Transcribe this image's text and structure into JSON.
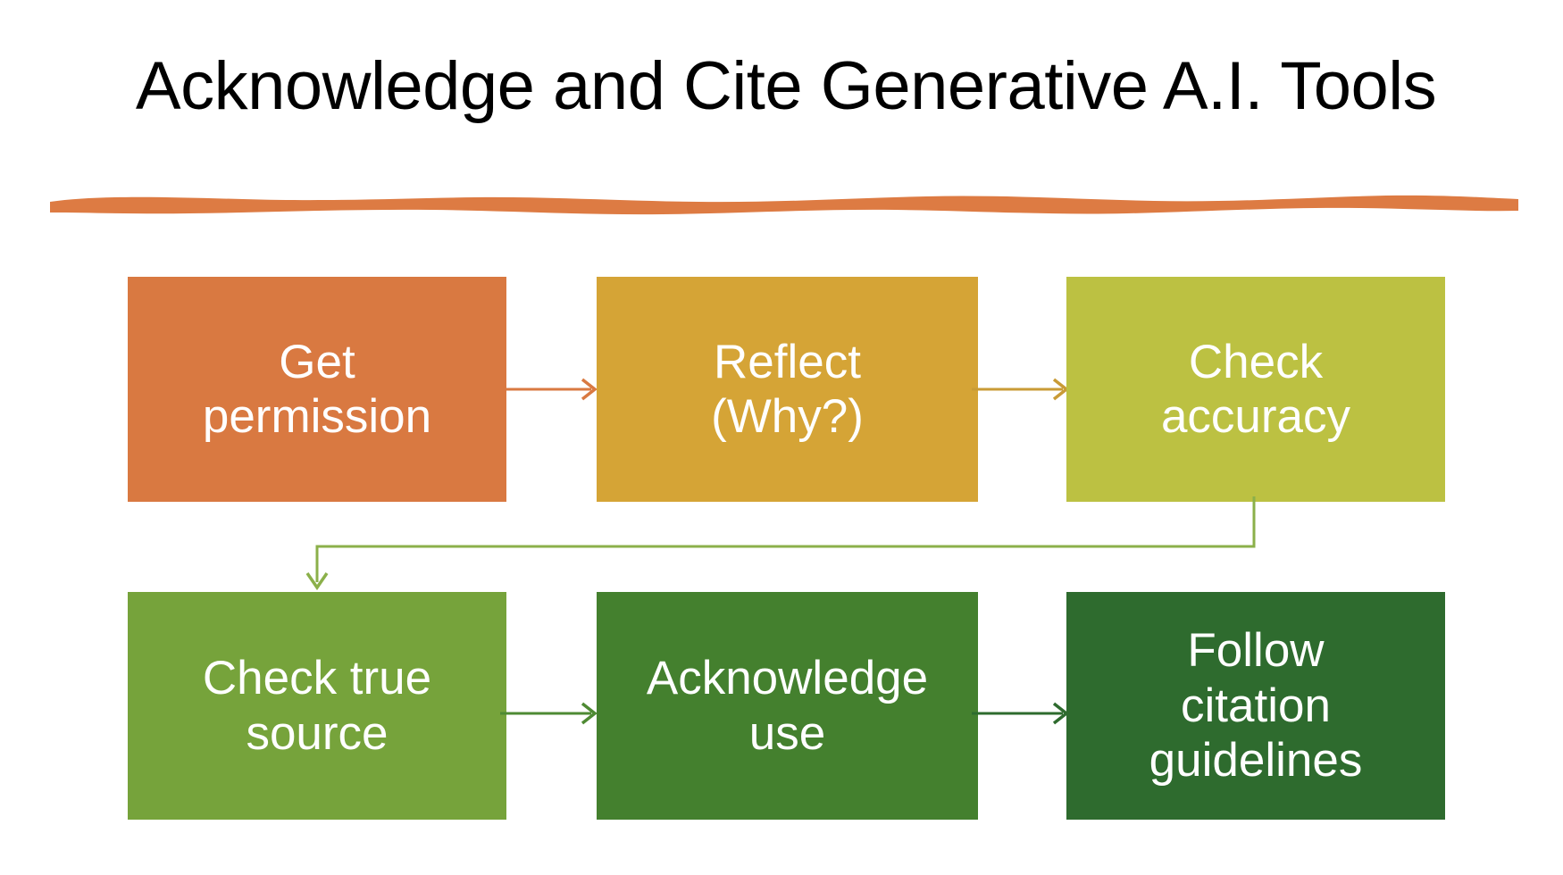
{
  "slide": {
    "title": "Acknowledge and Cite Generative A.I. Tools",
    "divider_icon": "wavy-underline-icon",
    "divider_color": "#DD7B43",
    "background": "#FFFFFF",
    "title_color": "#000000"
  },
  "flow": {
    "type": "process-flowchart",
    "rows": 2,
    "columns": 3,
    "boxes": [
      {
        "id": "get-permission",
        "order": 1,
        "label": "Get\npermission",
        "line1": "Get",
        "line2": "permission",
        "color": "#D97941",
        "text_color": "#FFFFFF",
        "row": 1,
        "column": 1
      },
      {
        "id": "reflect-why",
        "order": 2,
        "label": "Reflect\n(Why?)",
        "line1": "Reflect",
        "line2": "(Why?)",
        "color": "#D5A436",
        "text_color": "#FFFFFF",
        "row": 1,
        "column": 2
      },
      {
        "id": "check-accuracy",
        "order": 3,
        "label": "Check\naccuracy",
        "line1": "Check",
        "line2": "accuracy",
        "color": "#BCC142",
        "text_color": "#FFFFFF",
        "row": 1,
        "column": 3
      },
      {
        "id": "check-true-source",
        "order": 4,
        "label": "Check true\nsource",
        "line1": "Check true",
        "line2": "source",
        "color": "#76A33B",
        "text_color": "#FFFFFF",
        "row": 2,
        "column": 1
      },
      {
        "id": "acknowledge-use",
        "order": 5,
        "label": "Acknowledge\nuse",
        "line1": "Acknowledge",
        "line2": "use",
        "color": "#44802E",
        "text_color": "#FFFFFF",
        "row": 2,
        "column": 2
      },
      {
        "id": "follow-citation-guidelines",
        "order": 6,
        "label": "Follow\ncitation\nguidelines",
        "line1": "Follow",
        "line2": "citation",
        "line3": "guidelines",
        "color": "#2E6B2E",
        "text_color": "#FFFFFF",
        "row": 2,
        "column": 3
      }
    ],
    "connectors": [
      {
        "id": "arrow-get-permission-to-reflect",
        "from": "get-permission",
        "to": "reflect-why",
        "shape": "straight-right-arrow",
        "color": "#D97941"
      },
      {
        "id": "arrow-reflect-to-check-accuracy",
        "from": "reflect-why",
        "to": "check-accuracy",
        "shape": "straight-right-arrow",
        "color": "#C99B36"
      },
      {
        "id": "elbow-check-accuracy-to-check-true-source",
        "from": "check-accuracy",
        "to": "check-true-source",
        "shape": "elbow-down-left-down-arrow",
        "color": "#8BB04A"
      },
      {
        "id": "arrow-check-true-source-to-acknowledge",
        "from": "check-true-source",
        "to": "acknowledge-use",
        "shape": "straight-right-arrow",
        "color": "#4E8A33"
      },
      {
        "id": "arrow-acknowledge-to-follow-citation",
        "from": "acknowledge-use",
        "to": "follow-citation-guidelines",
        "shape": "straight-right-arrow",
        "color": "#2E6B2E"
      }
    ]
  }
}
